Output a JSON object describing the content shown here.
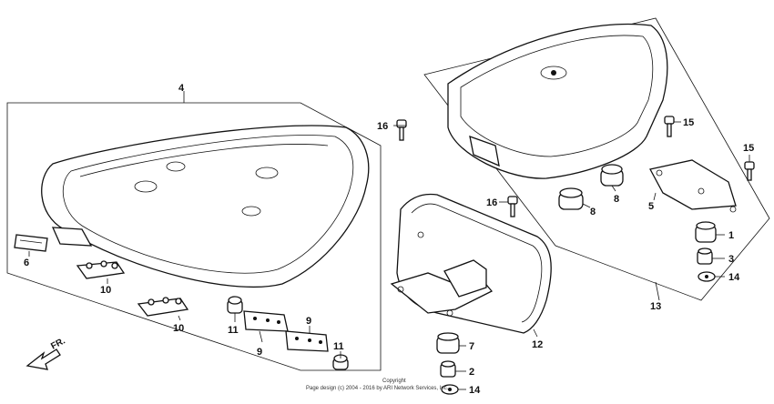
{
  "callouts": {
    "c1": "1",
    "c2": "2",
    "c4": "4",
    "c5": "5",
    "c6": "6",
    "c7": "7",
    "c8a": "8",
    "c8b": "8",
    "c9a": "9",
    "c9b": "9",
    "c10a": "10",
    "c10b": "10",
    "c11a": "11",
    "c11b": "11",
    "c12": "12",
    "c13": "13",
    "c14a": "14",
    "c14b": "14",
    "c15a": "15",
    "c15b": "15",
    "c16a": "16",
    "c16b": "16"
  },
  "direction_arrow": {
    "label": "FR.",
    "icon": "front-arrow-icon"
  },
  "copyright": {
    "line1": "Copyright",
    "line2": "Page design (c) 2004 - 2016 by ARI Network Services, Inc."
  }
}
